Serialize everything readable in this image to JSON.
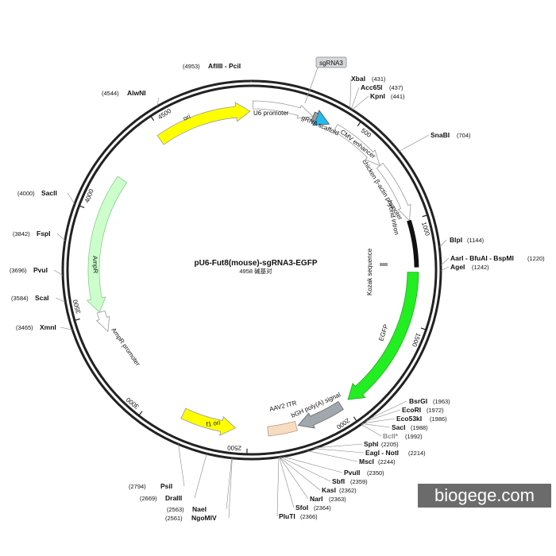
{
  "plasmid": {
    "name": "pU6-Fut8(mouse)-sgRNA3-EGFP",
    "size_label": "4958 碱基对"
  },
  "ticks": [
    "500",
    "1000",
    "1500",
    "2000",
    "2500",
    "3000",
    "3500",
    "4000",
    "4500"
  ],
  "features": {
    "u6": "U6 promoter",
    "sgrna_scaffold": "gRNA scaffold",
    "sgrna3": "sgRNA3",
    "cmv": "CMV enhancer",
    "cba": "chicken β-actin promoter",
    "hybrid": "hybrid intron",
    "kozak": "Kozak sequence",
    "egfp": "EGFP",
    "bgh": "bGH poly(A) signal",
    "aav2": "AAV2 ITR",
    "f1": "f1 ori",
    "ampr_promoter": "AmpR promoter",
    "ampr": "AmpR",
    "ori": "ori"
  },
  "sites": {
    "afliii": {
      "name": "AflIII - PciI",
      "pos": "(4953)"
    },
    "alwni": {
      "name": "AlwNI",
      "pos": "(4544)"
    },
    "sacii": {
      "name": "SacII",
      "pos": "(4000)"
    },
    "fspi": {
      "name": "FspI",
      "pos": "(3842)"
    },
    "pvui": {
      "name": "PvuI",
      "pos": "(3696)"
    },
    "scai": {
      "name": "ScaI",
      "pos": "(3584)"
    },
    "xmni": {
      "name": "XmnI",
      "pos": "(3465)"
    },
    "xbai": {
      "name": "XbaI",
      "pos": "(431)"
    },
    "acc65i": {
      "name": "Acc65I",
      "pos": "(437)"
    },
    "kpni": {
      "name": "KpnI",
      "pos": "(441)"
    },
    "snabi": {
      "name": "SnaBI",
      "pos": "(704)"
    },
    "blpi": {
      "name": "BlpI",
      "pos": "(1144)"
    },
    "ari": {
      "name": "AarI - BfuAI - BspMI",
      "pos": "(1220)"
    },
    "agei": {
      "name": "AgeI",
      "pos": "(1242)"
    },
    "bsrgi": {
      "name": "BsrGI",
      "pos": "(1963)"
    },
    "ecori": {
      "name": "EcoRI",
      "pos": "(1972)"
    },
    "eco53ki": {
      "name": "Eco53kI",
      "pos": "(1986)"
    },
    "saci": {
      "name": "SacI",
      "pos": "(1988)"
    },
    "bcli": {
      "name": "BclI*",
      "pos": "(1992)"
    },
    "sphi": {
      "name": "SphI",
      "pos": "(2205)"
    },
    "eagi": {
      "name": "EagI - NotI",
      "pos": "(2214)"
    },
    "msci": {
      "name": "MscI",
      "pos": "(2244)"
    },
    "pvuii": {
      "name": "PvuII",
      "pos": "(2350)"
    },
    "sbfi": {
      "name": "SbfI",
      "pos": "(2359)"
    },
    "kasi": {
      "name": "KasI",
      "pos": "(2362)"
    },
    "nari": {
      "name": "NarI",
      "pos": "(2363)"
    },
    "sfoi": {
      "name": "SfoI",
      "pos": "(2364)"
    },
    "pluti": {
      "name": "PluTI",
      "pos": "(2366)"
    },
    "psii": {
      "name": "PsiI",
      "pos": "(2794)"
    },
    "draiii": {
      "name": "DraIII",
      "pos": "(2669)"
    },
    "naei": {
      "name": "NaeI",
      "pos": "(2563)"
    },
    "ngomiv": {
      "name": "NgoMIV",
      "pos": "(2561)"
    }
  },
  "watermark": "biogege.com",
  "colors": {
    "ori": "#ffff00",
    "f1": "#ffff00",
    "egfp": "#22ee22",
    "ampr": "#ccffcc",
    "sgrna": "#22bbee",
    "bgh": "#a0a8ae",
    "aav2": "#f8dcc0"
  }
}
